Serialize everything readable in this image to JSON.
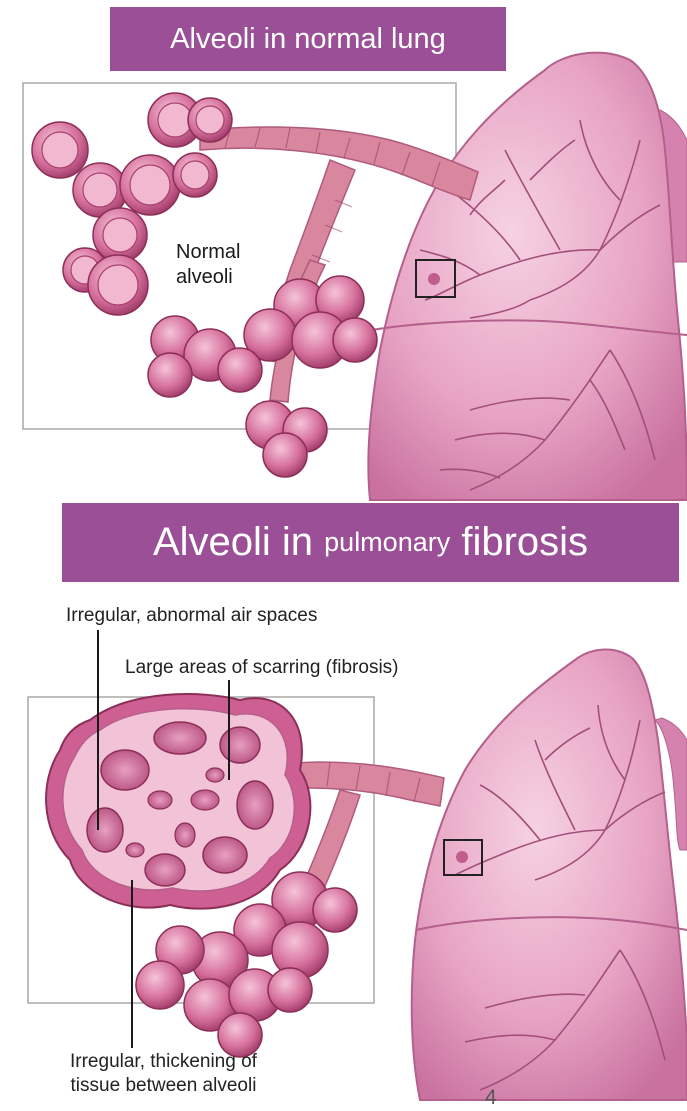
{
  "banners": {
    "normal": "Alveoli in normal lung",
    "fibrosis_part1": "Alveoli in",
    "fibrosis_part2": "pulmonary",
    "fibrosis_part3": "fibrosis"
  },
  "labels": {
    "normal_line1": "Normal",
    "normal_line2": "alveoli",
    "irregular_air": "Irregular, abnormal air spaces",
    "scarring": "Large areas of scarring (fibrosis)",
    "thickening_line1": "Irregular, thickening of",
    "thickening_line2": "tissue between alveoli"
  },
  "page_number": "4",
  "colors": {
    "banner": "#9a4f96",
    "lung": "#e8a9c6",
    "lung_dark": "#c96a9a",
    "alveoli": "#d6709c",
    "alveoli_dark": "#a8406e"
  }
}
